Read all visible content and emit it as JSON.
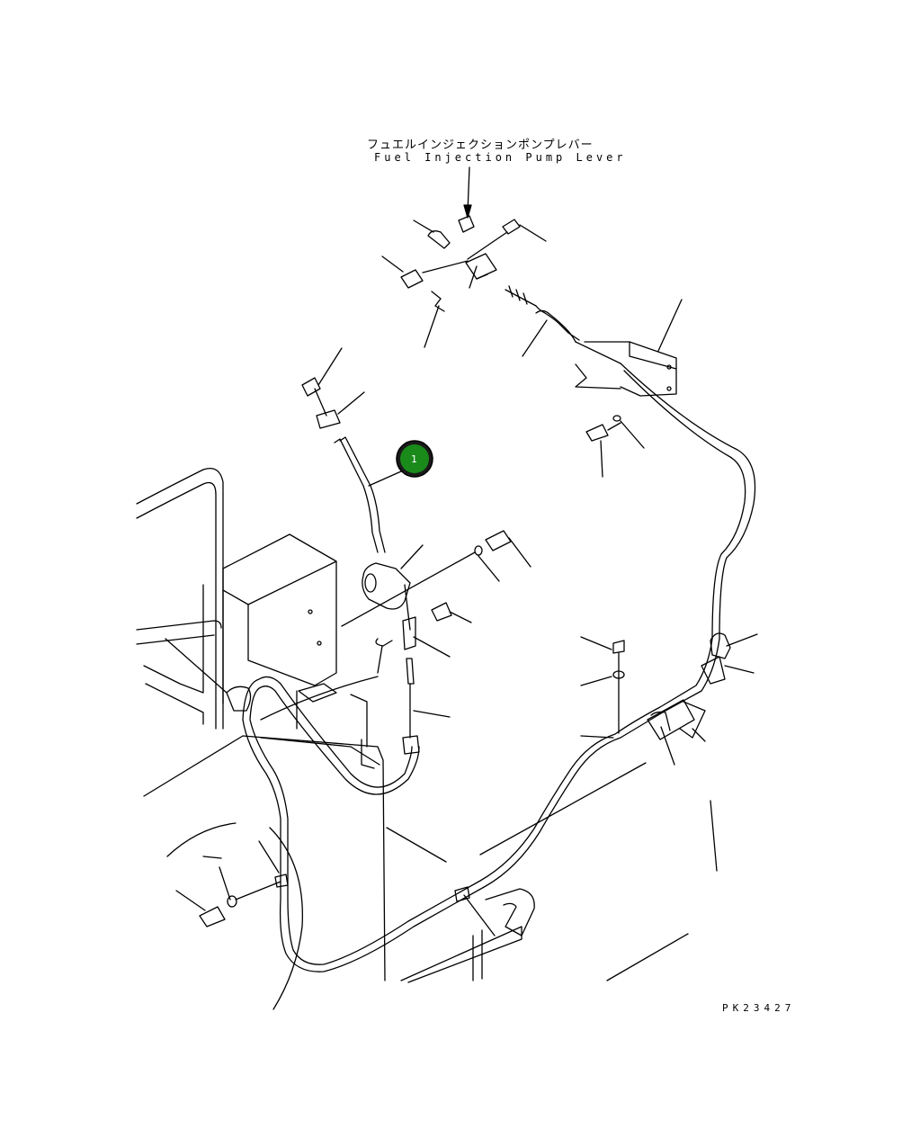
{
  "title_ja": "フュエルインジェクションポンプレバー",
  "title_en": "Fuel Injection Pump Lever",
  "callout": {
    "number": "1",
    "color": "#1a8a1a"
  },
  "drawing_number": "PK23427",
  "colors": {
    "ink": "#000000",
    "background": "#ffffff"
  }
}
